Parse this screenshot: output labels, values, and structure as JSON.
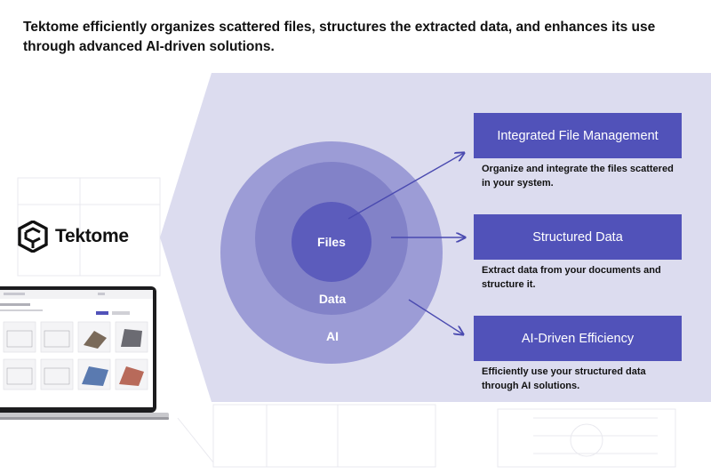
{
  "headline": "Tektome efficiently organizes scattered files, structures the extracted data, and enhances its use through advanced AI-driven solutions.",
  "brand": {
    "name": "Tektome"
  },
  "rings": [
    {
      "label": "Files"
    },
    {
      "label": "Data"
    },
    {
      "label": "AI"
    }
  ],
  "features": [
    {
      "title": "Integrated File Management",
      "description": "Organize and integrate the files scattered in your system."
    },
    {
      "title": "Structured Data",
      "description": "Extract data from your documents and structure it."
    },
    {
      "title": "AI-Driven Efficiency",
      "description": "Efficiently use your structured data through AI solutions."
    }
  ],
  "colors": {
    "panel": "#dcdcef",
    "ring_outer": "#9c9cd6",
    "ring_middle": "#8282c8",
    "ring_inner": "#5c5cbc",
    "feature_box": "#5152b9",
    "arrow": "#4a4ab0"
  }
}
